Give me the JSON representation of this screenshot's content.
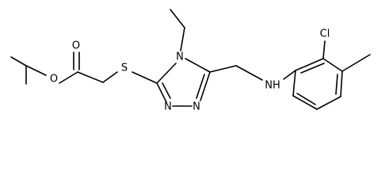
{
  "molecule": {
    "atom_labels": {
      "o_ester": "O",
      "o_carbonyl": "O",
      "s": "S",
      "n4": "N",
      "n_left": "N",
      "n_right": "N",
      "nh": "NH",
      "cl": "Cl"
    }
  },
  "colors": {
    "bond": "#000000",
    "label": "#000000",
    "background": "#ffffff"
  }
}
